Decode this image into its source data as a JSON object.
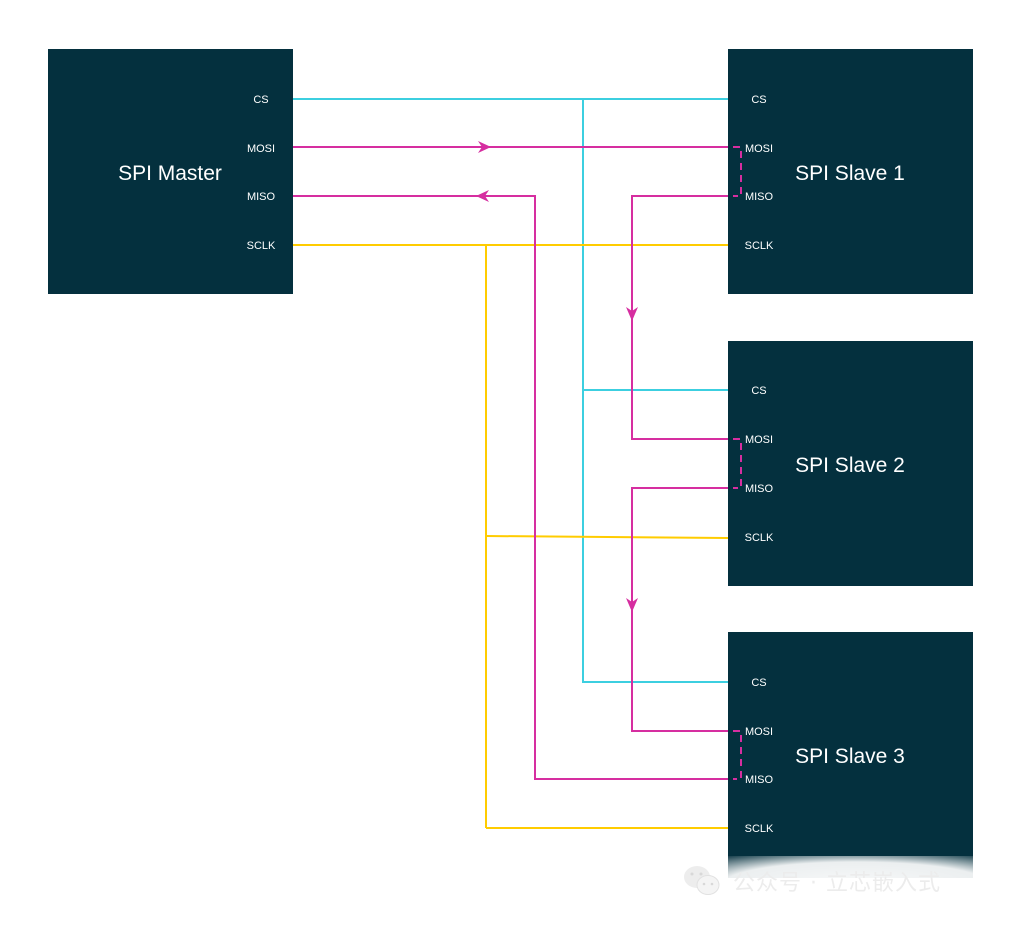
{
  "diagram": {
    "title": "SPI daisy-chain wiring: one master, three slaves",
    "colors": {
      "block_fill": "#04303e",
      "cs": "#3ccfe0",
      "data": "#d62ea0",
      "sclk": "#ffcc00",
      "text": "#ffffff"
    },
    "master": {
      "label": "SPI Master",
      "pins": [
        "CS",
        "MOSI",
        "MISO",
        "SCLK"
      ]
    },
    "slaves": [
      {
        "label": "SPI Slave 1",
        "pins": [
          "CS",
          "MOSI",
          "MISO",
          "SCLK"
        ]
      },
      {
        "label": "SPI Slave 2",
        "pins": [
          "CS",
          "MOSI",
          "MISO",
          "SCLK"
        ]
      },
      {
        "label": "SPI Slave 3",
        "pins": [
          "CS",
          "MOSI",
          "MISO",
          "SCLK"
        ]
      }
    ],
    "connections": [
      {
        "signal": "CS",
        "from": "SPI Master",
        "to": [
          "SPI Slave 1",
          "SPI Slave 2",
          "SPI Slave 3"
        ],
        "type": "shared"
      },
      {
        "signal": "SCLK",
        "from": "SPI Master",
        "to": [
          "SPI Slave 1",
          "SPI Slave 2",
          "SPI Slave 3"
        ],
        "type": "shared"
      },
      {
        "signal": "MOSI",
        "from": "SPI Master",
        "to": "SPI Slave 1",
        "direction": "master-to-slave"
      },
      {
        "signal": "MISO->MOSI",
        "from": "SPI Slave 1",
        "to": "SPI Slave 2",
        "direction": "down"
      },
      {
        "signal": "MISO->MOSI",
        "from": "SPI Slave 2",
        "to": "SPI Slave 3",
        "direction": "down"
      },
      {
        "signal": "MISO",
        "from": "SPI Slave 3",
        "to": "SPI Master",
        "direction": "slave-to-master"
      }
    ],
    "internal_link": "dashed MOSI-MISO loop inside each slave"
  },
  "watermark": {
    "icon": "wechat-icon",
    "text": "公众号 · 立芯嵌入式"
  }
}
